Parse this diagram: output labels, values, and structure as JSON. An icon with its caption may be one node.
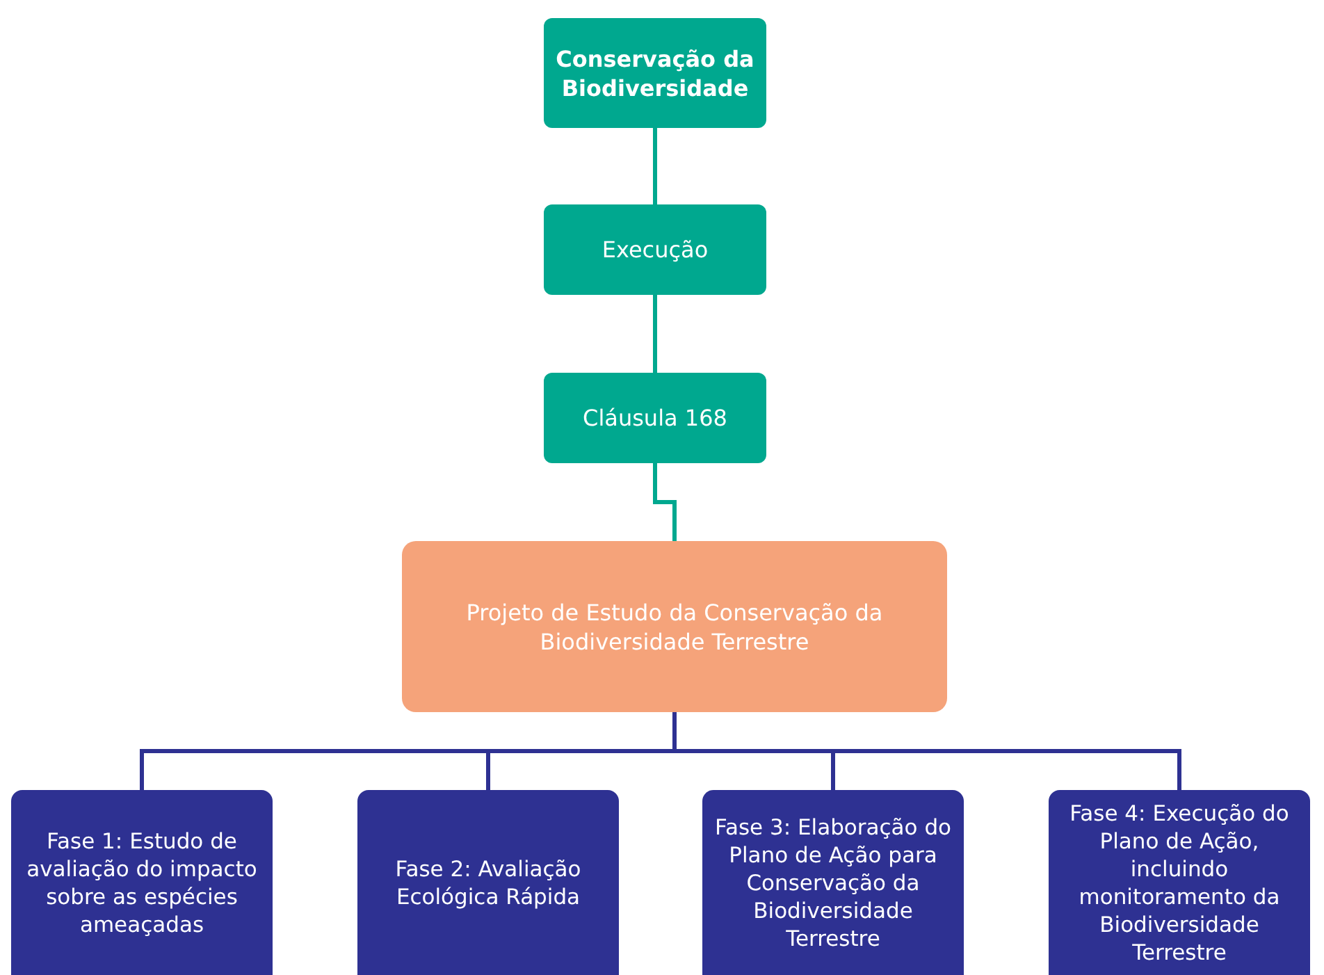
{
  "diagram": {
    "nodes": [
      {
        "text": [
          "Conservação da Biodiversidade"
        ]
      },
      {
        "text": [
          "Execução"
        ]
      },
      {
        "text": [
          "Cláusula 168"
        ]
      },
      {
        "text": [
          "Projeto de Estudo da Conservação da Biodiversidade Terrestre"
        ]
      },
      {
        "text": [
          "Fase 1: Estudo de avaliação do impacto sobre as espécies ameaçadas"
        ]
      },
      {
        "text": [
          "Fase 2: Avaliação Ecológica Rápida"
        ]
      },
      {
        "text": [
          "Fase 3: Elaboração do Plano de Ação para Conservação da Biodiversidade Terrestre"
        ]
      },
      {
        "text": [
          "Fase 4: Execução do Plano de Ação, incluindo monitoramento da Biodiversidade Terrestre"
        ]
      }
    ],
    "edges": [
      {
        "from": 0,
        "to": 1,
        "arrow": "none",
        "color": "#00a88f"
      },
      {
        "from": 1,
        "to": 2,
        "arrow": "none",
        "color": "#00a88f"
      },
      {
        "from": 2,
        "to": 3,
        "arrow": "none",
        "color": "#00a88f"
      },
      {
        "from": 3,
        "to": 4,
        "arrow": "none"
      },
      {
        "from": 3,
        "to": 5,
        "arrow": "none"
      },
      {
        "from": 3,
        "to": 6,
        "arrow": "none"
      },
      {
        "from": 3,
        "to": 7,
        "arrow": "none"
      }
    ]
  }
}
